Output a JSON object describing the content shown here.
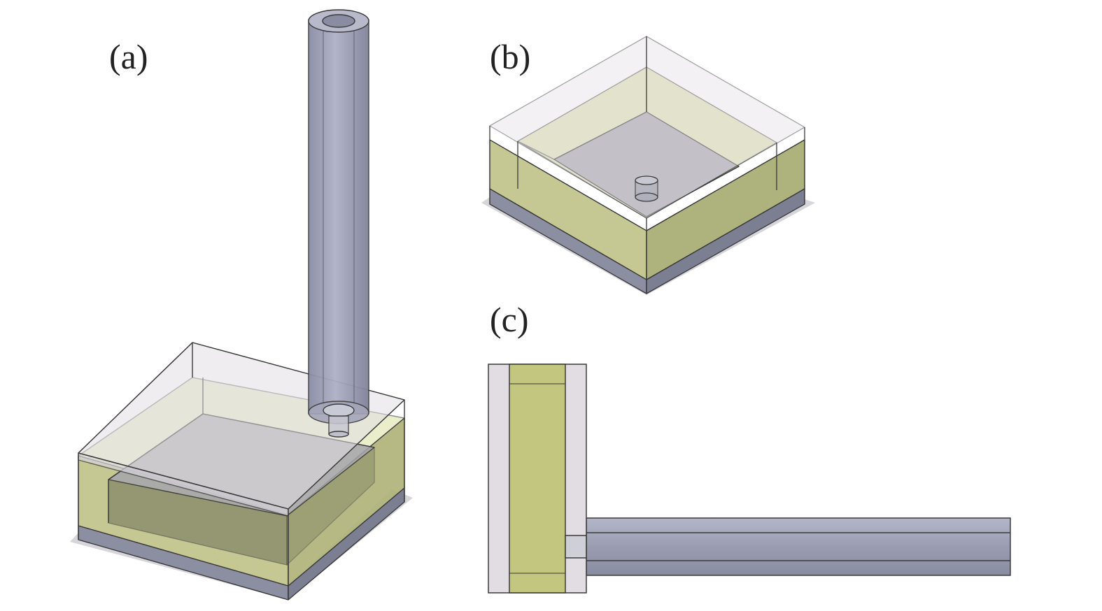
{
  "figure": {
    "panels": [
      {
        "id": "a",
        "label": "(a)"
      },
      {
        "id": "b",
        "label": "(b)"
      },
      {
        "id": "c",
        "label": "(c)"
      }
    ],
    "colors": {
      "casing": "#dcd8dc",
      "insulation": "#c6ca84",
      "plate": "#8e90a4",
      "tube": "#9ea0b6",
      "edge": "#3a3a3a"
    }
  }
}
